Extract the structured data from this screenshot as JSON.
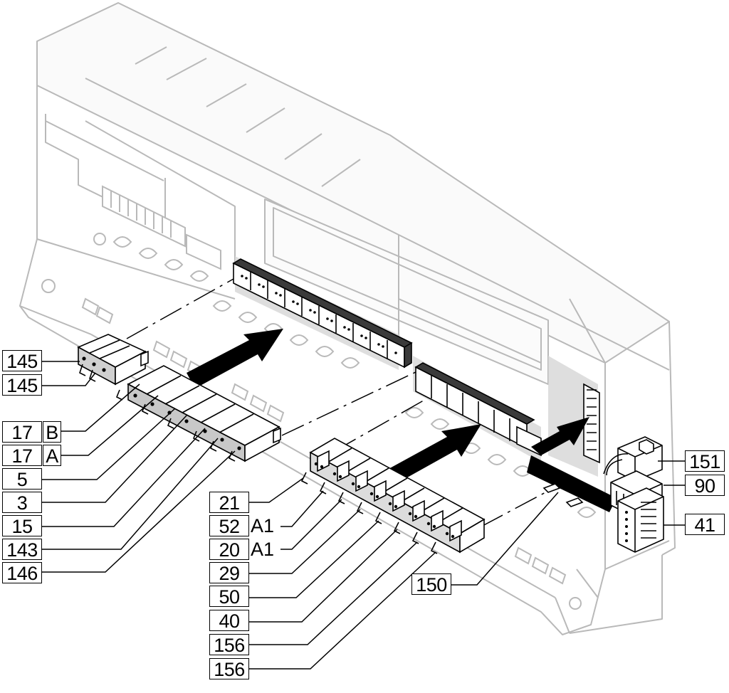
{
  "labels": {
    "l145a": "145",
    "l145b": "145",
    "l17b": "17",
    "l17b_box2": "B",
    "l17a": "17",
    "l17a_box2": "A",
    "l5": "5",
    "l3": "3",
    "l15": "15",
    "l143": "143",
    "l146": "146",
    "l21": "21",
    "l52": "52",
    "l52_suffix": "A1",
    "l20": "20",
    "l20_suffix": "A1",
    "l29": "29",
    "l50": "50",
    "l40": "40",
    "l156a": "156",
    "l156b": "156",
    "l150": "150",
    "l151": "151",
    "l90": "90",
    "l41": "41"
  }
}
